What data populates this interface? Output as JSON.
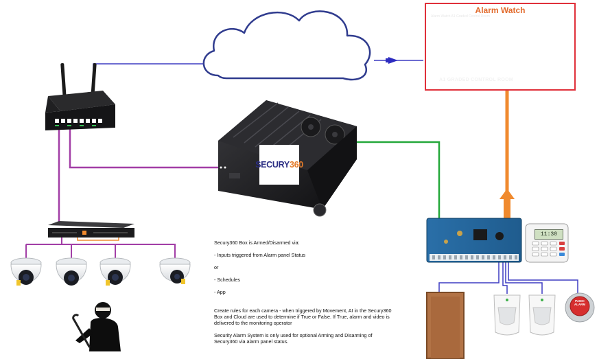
{
  "alarm_watch": {
    "title": "Alarm Watch",
    "header_text": "Alarm Watch A1 Graded Control Room",
    "caption": "A1 GRADED CONTROL ROOM"
  },
  "secury_box": {
    "logo_part1": "SECURY",
    "logo_part2": "360"
  },
  "description": {
    "para1": [
      "Secury360 Box is Armed/Disarmed via:",
      "- Inputs triggered from Alarm panel Status",
      "or",
      "- Schedules",
      "- App"
    ],
    "para2": "Create rules for each camera - when triggered by Movement, AI in the Secury360 Box and Cloud are used to determine if True or False.  If True, alarm and video is delivered to the monitoring operator",
    "para3": "Security Alarm System is only used for optional Arming and Disarming of Secury360 via alarm panel status."
  },
  "keypad": {
    "display": "11:30"
  },
  "panic_button": {
    "label_line1": "PANIC",
    "label_line2": "ALARM"
  },
  "colors": {
    "purple_link": "#a23ea6",
    "blue_link": "#3d3cc2",
    "green_link": "#24a83a",
    "orange_link": "#f08a2e",
    "alarm_frame": "#e0303a"
  }
}
